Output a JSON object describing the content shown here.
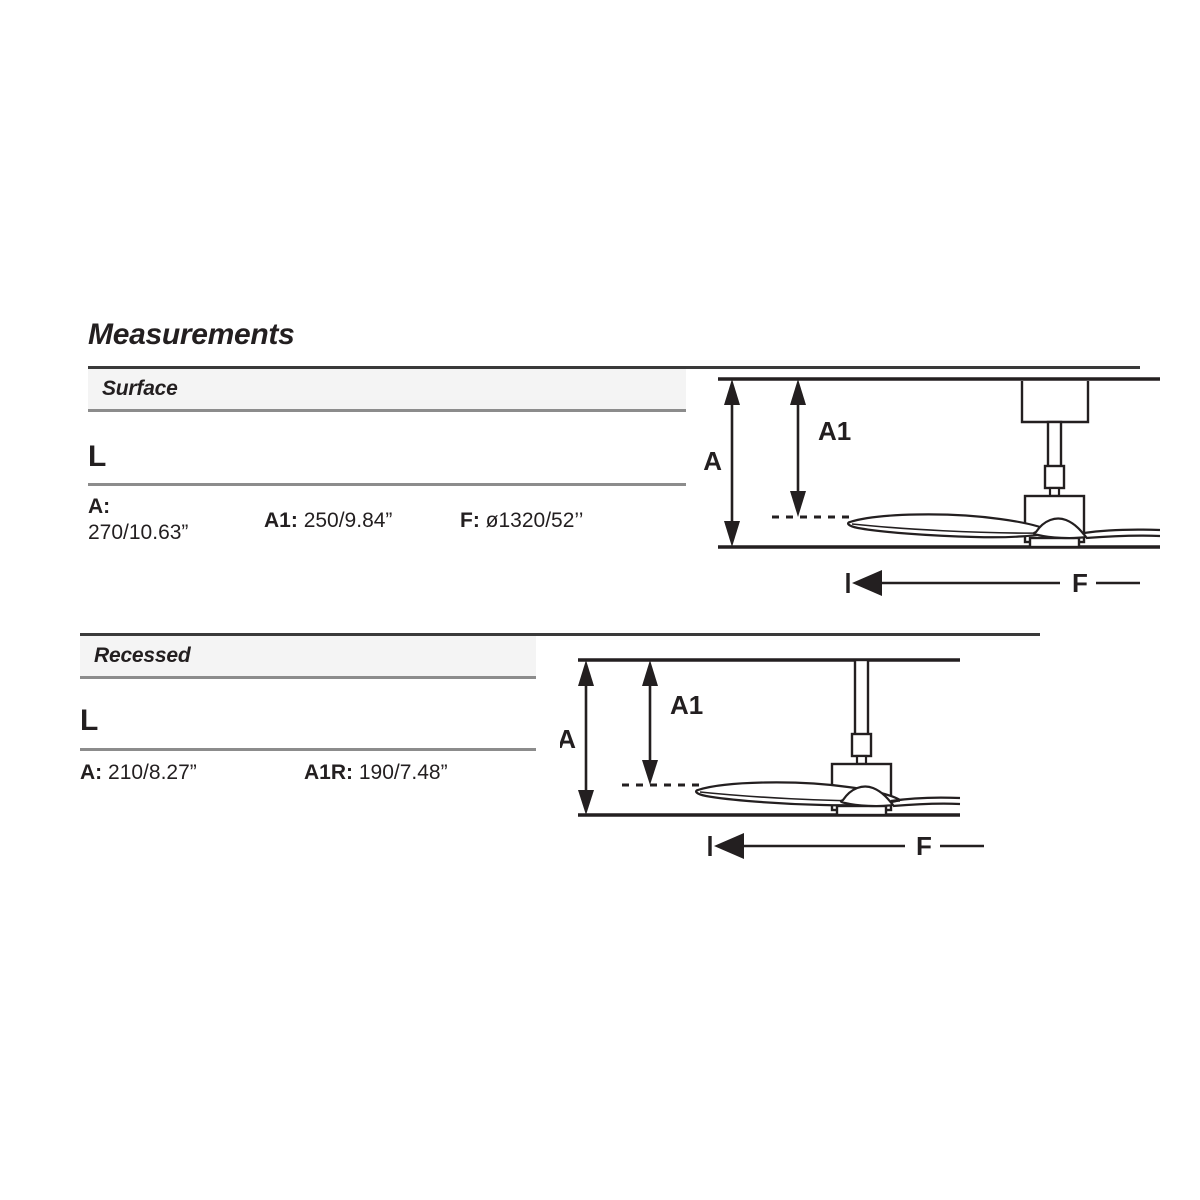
{
  "page": {
    "title": "Measurements"
  },
  "sections": [
    {
      "id": "surface",
      "band_label": "Surface",
      "group_label": "L",
      "items": [
        {
          "key": "A:",
          "value": "270/10.63”"
        },
        {
          "key": "A1:",
          "value": "250/9.84”"
        },
        {
          "key": "F:",
          "value": "ø1320/52’’"
        }
      ],
      "diagram": {
        "name": "surface-mount-fan-elevation",
        "dim_a_label": "A",
        "dim_a1_label": "A1",
        "dim_f_label": "F",
        "has_canopy": true
      }
    },
    {
      "id": "recessed",
      "band_label": "Recessed",
      "group_label": "L",
      "items": [
        {
          "key": "A:",
          "value": "210/8.27”"
        },
        {
          "key": "A1R:",
          "value": "190/7.48”"
        }
      ],
      "diagram": {
        "name": "recessed-mount-fan-elevation",
        "dim_a_label": "A",
        "dim_a1_label": "A1",
        "dim_f_label": "F",
        "has_canopy": false
      }
    }
  ],
  "colors": {
    "ink": "#231f20",
    "rule_dark": "#3a3a3a",
    "rule_gray": "#8c8c8c",
    "band_fill": "#f4f4f4",
    "page_bg": "#ffffff"
  }
}
